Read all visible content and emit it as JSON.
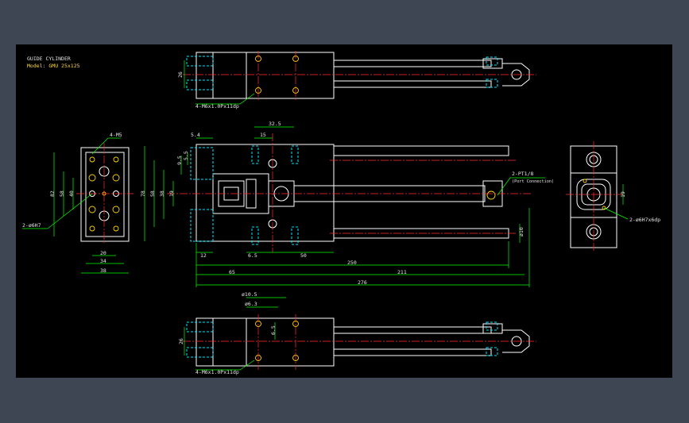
{
  "title_block": {
    "line1": "GUIDE CYLINDER",
    "line2": "Model: GMU 25x125"
  },
  "callouts": {
    "top_holes": "4-M6x1.0Px11dp",
    "bottom_holes": "4-M6x1.0Px11dp",
    "end_m5": "4-M5",
    "end_pin": "2-ø6H7",
    "port": "2-PT1/8",
    "port_note": "(Port Connection)",
    "right_pin": "2-ø6H7x6dp"
  },
  "dims": {
    "d26_top": "26",
    "d26_bot": "26",
    "d32_5": "32.5",
    "d15": "15",
    "d5_4": "5.4",
    "d9_5": "9.5",
    "d5_5": "5.5",
    "d19": "19",
    "d38_left": "38",
    "d58": "58",
    "d78": "78",
    "d12": "12",
    "d6_5": "6.5",
    "d50": "50",
    "d250": "250",
    "d65": "65",
    "d211": "211",
    "d276": "276",
    "d82": "82",
    "d40": "40",
    "d20": "20",
    "d34": "34",
    "d38_end": "38",
    "d_rod": "ø10",
    "d10_5": "ø10.5",
    "d6_3": "ø6.3",
    "d6_5v": "6.5",
    "d19_right": "19"
  },
  "colors": {
    "background_frame": "#3e4654",
    "drawing_bg": "#000000",
    "outline": "#ffffff",
    "dimension": "#00ff00",
    "hidden": "#00e5ff",
    "centerline": "#ff3030",
    "holes": "#ffd000"
  }
}
